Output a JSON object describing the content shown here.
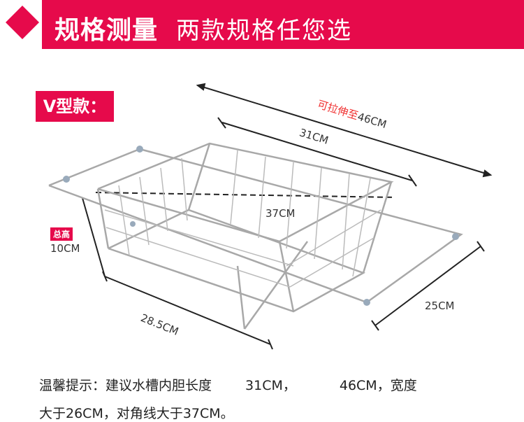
{
  "header": {
    "title_bold": "规格测量",
    "title_light": "两款规格任您选"
  },
  "variant_label": "V型款：",
  "dimensions": {
    "extendable_prefix": "可拉伸至",
    "extended_length": "46CM",
    "length": "31CM",
    "diagonal": "37CM",
    "height_label": "总高",
    "height": "10CM",
    "bottom_length": "28.5CM",
    "width": "25CM"
  },
  "note": {
    "line1_a": "温馨提示：建议水槽内胆长度",
    "line1_b": "31CM，",
    "line1_c": "46CM，宽度",
    "line2": "大于26CM，对角线大于37CM。"
  },
  "colors": {
    "brand": "#e60a4b",
    "accent_red": "#f03030"
  }
}
